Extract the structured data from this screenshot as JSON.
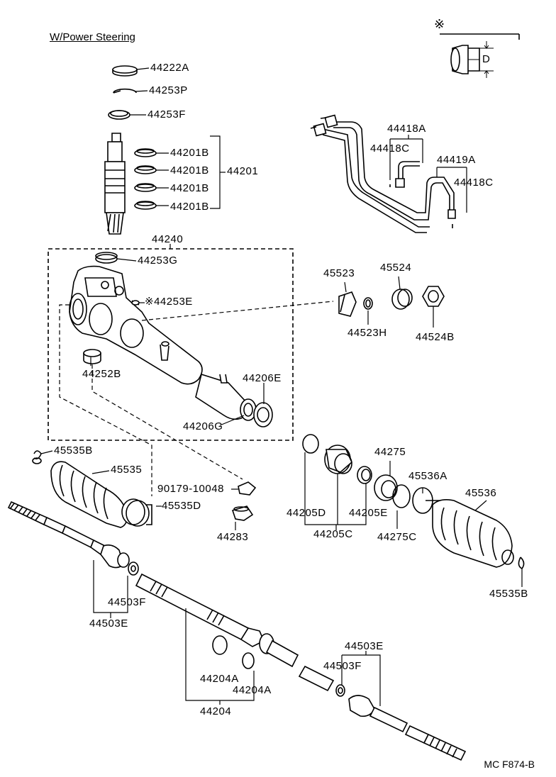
{
  "header": {
    "title": "W/Power Steering",
    "note_symbol": "※"
  },
  "detail": {
    "dimension_label": "D"
  },
  "footer": {
    "code": "MC F874-B"
  },
  "parts": {
    "p44222A": "44222A",
    "p44253P": "44253P",
    "p44253F": "44253F",
    "p44201B_1": "44201B",
    "p44201B_2": "44201B",
    "p44201B_3": "44201B",
    "p44201B_4": "44201B",
    "p44201": "44201",
    "p44240": "44240",
    "p44253G": "44253G",
    "p44253E": "※44253E",
    "p44252B": "44252B",
    "p44206E": "44206E",
    "p44206G": "44206G",
    "p44418A": "44418A",
    "p44418C_1": "44418C",
    "p44419A": "44419A",
    "p44418C_2": "44418C",
    "p45523": "45523",
    "p45524": "45524",
    "p44523H": "44523H",
    "p44524B": "44524B",
    "p45535B_1": "45535B",
    "p45535": "45535",
    "p45535D": "45535D",
    "p90179": "90179-10048",
    "p44283": "44283",
    "p44275": "44275",
    "p45536A": "45536A",
    "p45536": "45536",
    "p44205D": "44205D",
    "p44205E": "44205E",
    "p44205C": "44205C",
    "p44275C": "44275C",
    "p45535B_2": "45535B",
    "p44503F_1": "44503F",
    "p44503E_1": "44503E",
    "p44204A_1": "44204A",
    "p44204A_2": "44204A",
    "p44204": "44204",
    "p44503E_2": "44503E",
    "p44503F_2": "44503F"
  }
}
